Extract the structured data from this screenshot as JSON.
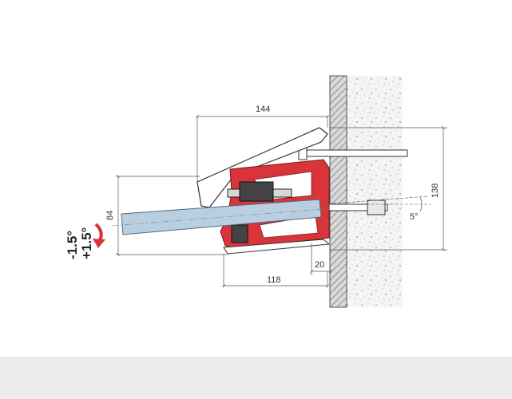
{
  "dimensions": {
    "top_width": "144",
    "left_height": "84",
    "bottom_width": "118",
    "bottom_gap": "20",
    "right_height": "138",
    "tilt_angle": "5°"
  },
  "adjustment": {
    "minus": "-1.5°",
    "plus": "+1.5°"
  },
  "colors": {
    "bracket": "#d8343a",
    "glass": "#b9cfe0",
    "wall_hatch": "#8a8a8a",
    "concrete": "#f2f2f2",
    "arrow": "#d8343a",
    "footer": "#ebebeb"
  },
  "icons": [
    "rotation-arrow-icon"
  ]
}
